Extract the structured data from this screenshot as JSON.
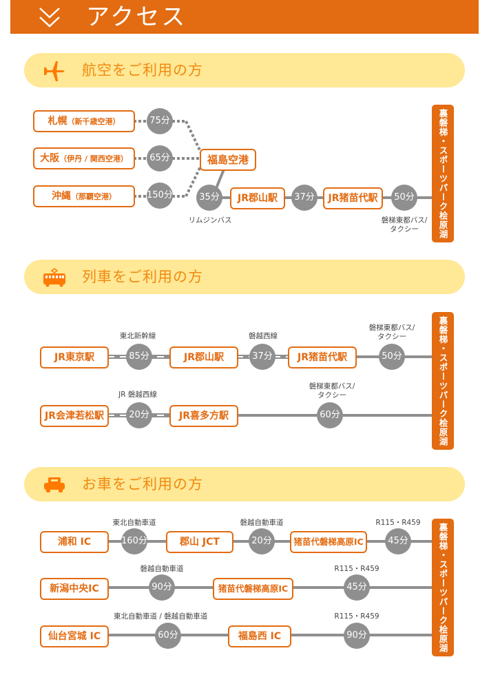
{
  "header": {
    "title": "アクセス",
    "icon": "double-chevron-down-icon"
  },
  "destination": "裏磐梯・スポーツパーク桧原湖",
  "air": {
    "heading": "航空をご利用の方",
    "icon": "airplane-icon",
    "origins": [
      {
        "name": "札幌",
        "sub": "（新千歳空港）",
        "time": "75分"
      },
      {
        "name": "大阪",
        "sub": "（伊丹 / 関西空港）",
        "time": "65分"
      },
      {
        "name": "沖縄",
        "sub": "（那覇空港）",
        "time": "150分"
      }
    ],
    "hub": "福島空港",
    "limousine_time": "35分",
    "limousine_note": "リムジンバス",
    "station1": "JR郡山駅",
    "time2": "37分",
    "station2": "JR猪苗代駅",
    "time3": "50分",
    "bus_note_1": "磐梯東都バス/",
    "bus_note_2": "タクシー"
  },
  "train": {
    "heading": "列車をご利用の方",
    "icon": "train-icon",
    "route1": {
      "start": "JR東京駅",
      "line1": "東北新幹線",
      "time1": "85分",
      "mid": "JR郡山駅",
      "line2": "磐越西線",
      "time2": "37分",
      "mid2": "JR猪苗代駅",
      "line3_1": "磐梯東都バス/",
      "line3_2": "タクシー",
      "time3": "50分"
    },
    "route2": {
      "start": "JR会津若松駅",
      "line1": "JR 磐越西線",
      "time1": "20分",
      "mid": "JR喜多方駅",
      "line2_1": "磐梯東都バス/",
      "line2_2": "タクシー",
      "time2": "60分"
    }
  },
  "car": {
    "heading": "お車をご利用の方",
    "icon": "car-icon",
    "route1": {
      "start": "浦和 IC",
      "road1": "東北自動車道",
      "time1": "160分",
      "mid": "郡山 JCT",
      "road2": "磐越自動車道",
      "time2": "20分",
      "mid2": "猪苗代磐梯高原IC",
      "road3": "R115・R459",
      "time3": "45分"
    },
    "route2": {
      "start": "新潟中央IC",
      "road1": "磐越自動車道",
      "time1": "90分",
      "mid": "猪苗代磐梯高原IC",
      "road2": "R115・R459",
      "time2": "45分"
    },
    "route3": {
      "start": "仙台宮城 IC",
      "road1": "東北自動車道 / 磐越自動車道",
      "time1": "60分",
      "mid": "福島西 IC",
      "road2": "R115・R459",
      "time2": "90分"
    }
  }
}
